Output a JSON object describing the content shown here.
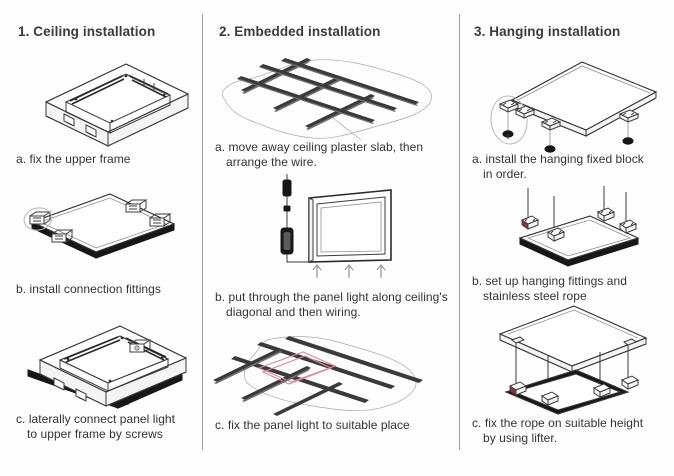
{
  "document": {
    "kind": "installation-instruction-sheet",
    "background_color": "#fefefe",
    "text_color": "#333333",
    "divider_color": "#9a9a9a"
  },
  "columns": [
    {
      "id": "ceiling",
      "title": "1. Ceiling installation",
      "steps": [
        {
          "key": "a",
          "text": "a. fix the upper frame",
          "continuation": "",
          "figure": "upper-frame-isometric"
        },
        {
          "key": "b",
          "text": "b. install connection fittings",
          "continuation": "",
          "figure": "panel-with-fittings-isometric"
        },
        {
          "key": "c",
          "text": "c. laterally connect panel light",
          "continuation": "to upper frame by screws",
          "figure": "panel-into-frame-isometric"
        }
      ]
    },
    {
      "id": "embedded",
      "title": "2. Embedded installation",
      "steps": [
        {
          "key": "a",
          "text": "a. move away ceiling plaster slab, then",
          "continuation": "arrange the wire.",
          "figure": "ceiling-grid-isometric"
        },
        {
          "key": "b",
          "text": "b. put through the panel light along ceiling's",
          "continuation": "diagonal and then wiring.",
          "figure": "panel-with-driver-and-arrows"
        },
        {
          "key": "c",
          "text": "c. fix the panel light to suitable place",
          "continuation": "",
          "figure": "panel-fitted-in-grid"
        }
      ]
    },
    {
      "id": "hanging",
      "title": "3. Hanging installation",
      "steps": [
        {
          "key": "a",
          "text": "a. install the hanging fixed block",
          "continuation": "in order.",
          "figure": "slab-with-fixed-blocks"
        },
        {
          "key": "b",
          "text": "b. set up hanging fittings and",
          "continuation": "stainless steel rope",
          "figure": "panel-with-ropes"
        },
        {
          "key": "c",
          "text": "c. fix the rope on suitable height",
          "continuation": "by using lifter.",
          "figure": "panel-suspended-below-slab"
        }
      ]
    }
  ]
}
